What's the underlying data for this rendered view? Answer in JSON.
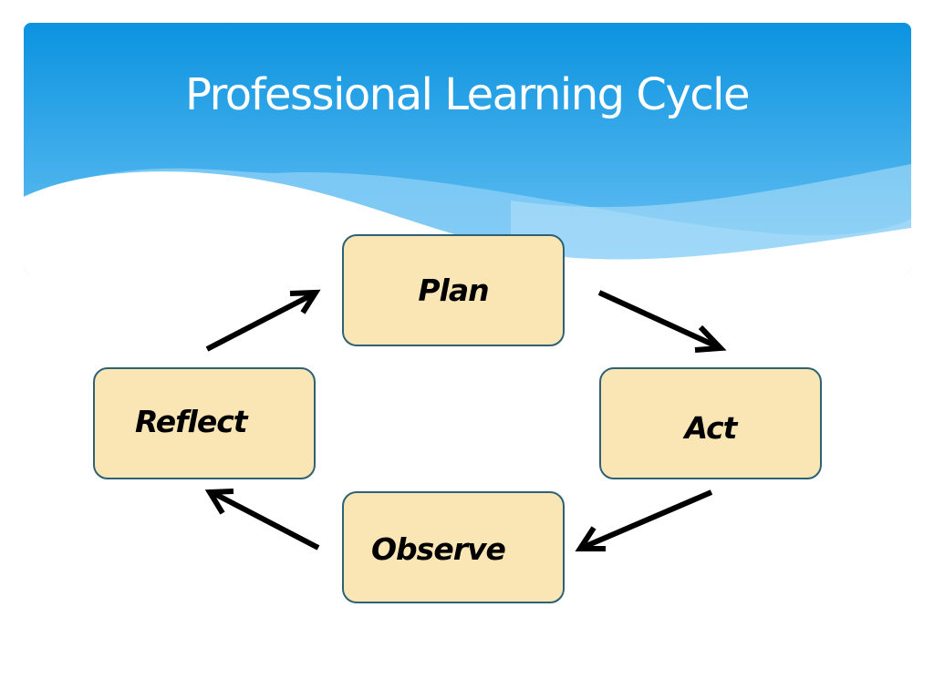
{
  "slide": {
    "title": "Professional Learning Cycle",
    "theme_colors": {
      "header_top": "#0b93e0",
      "header_bottom": "#5bbcf2",
      "wave_light": "#9fd6f7",
      "box_fill": "#fae5b5",
      "box_border": "#2e6176",
      "arrow": "#000000"
    }
  },
  "cycle": {
    "steps": [
      {
        "id": "plan",
        "label": "Plan"
      },
      {
        "id": "act",
        "label": "Act"
      },
      {
        "id": "observe",
        "label": "Observe"
      },
      {
        "id": "reflect",
        "label": "Reflect"
      }
    ],
    "flow": [
      {
        "from": "Plan",
        "to": "Act"
      },
      {
        "from": "Act",
        "to": "Observe"
      },
      {
        "from": "Observe",
        "to": "Reflect"
      },
      {
        "from": "Reflect",
        "to": "Plan"
      }
    ]
  }
}
